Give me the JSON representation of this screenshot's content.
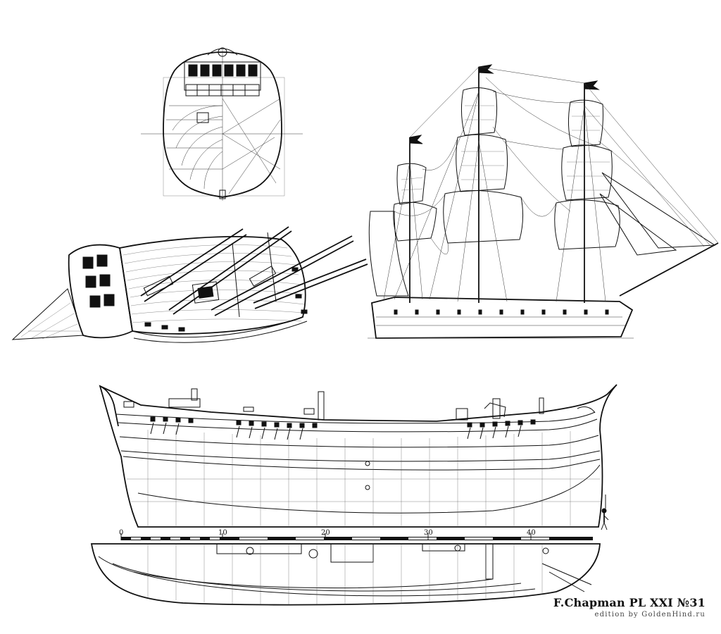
{
  "plate": {
    "title": "F.Chapman PL XXI  №31",
    "edition": "edition by GoldenHind.ru"
  },
  "scale_bar": {
    "labels": [
      "0",
      "10",
      "20",
      "30",
      "40"
    ]
  },
  "colors": {
    "ink": "#111111",
    "paper": "#ffffff"
  }
}
